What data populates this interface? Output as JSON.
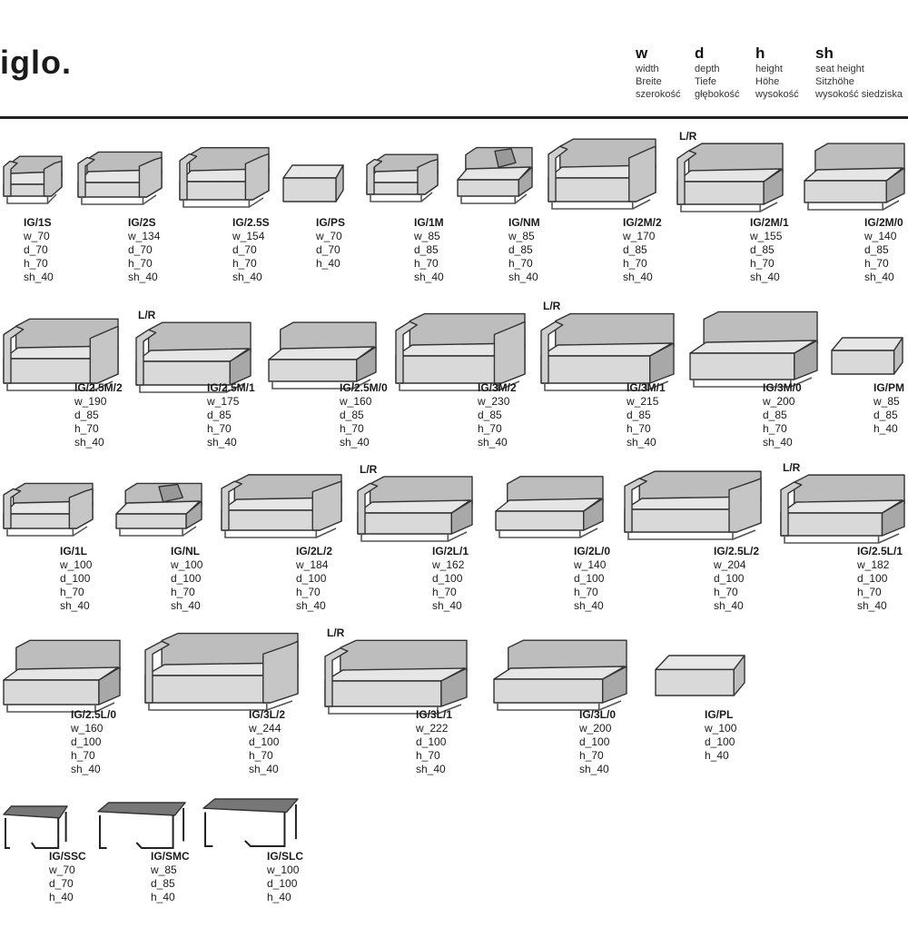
{
  "brand": "iglo.",
  "legend": [
    {
      "key": "w",
      "l1": "width",
      "l2": "Breite",
      "l3": "szerokość"
    },
    {
      "key": "d",
      "l1": "depth",
      "l2": "Tiefe",
      "l3": "głębokość"
    },
    {
      "key": "h",
      "l1": "height",
      "l2": "Höhe",
      "l3": "wysokość"
    },
    {
      "key": "sh",
      "l1": "seat height",
      "l2": "Sitzhöhe",
      "l3": "wysokość siedziska"
    }
  ],
  "lr_label": "L/R",
  "items": [
    {
      "name": "IG/1S",
      "dims": [
        "w_70",
        "d_70",
        "h_70",
        "sh_40"
      ],
      "kind": "arm2"
    },
    {
      "name": "IG/2S",
      "dims": [
        "w_134",
        "d_70",
        "h_70",
        "sh_40"
      ],
      "kind": "arm2"
    },
    {
      "name": "IG/2.5S",
      "dims": [
        "w_154",
        "d_70",
        "h_70",
        "sh_40"
      ],
      "kind": "arm2"
    },
    {
      "name": "IG/PS",
      "dims": [
        "w_70",
        "d_70",
        "h_40"
      ],
      "kind": "pouf"
    },
    {
      "name": "IG/1M",
      "dims": [
        "w_85",
        "d_85",
        "h_70",
        "sh_40"
      ],
      "kind": "arm2"
    },
    {
      "name": "IG/NM",
      "dims": [
        "w_85",
        "d_85",
        "h_70",
        "sh_40"
      ],
      "kind": "corner"
    },
    {
      "name": "IG/2M/2",
      "dims": [
        "w_170",
        "d_85",
        "h_70",
        "sh_40"
      ],
      "kind": "arm2"
    },
    {
      "name": "IG/2M/1",
      "dims": [
        "w_155",
        "d_85",
        "h_70",
        "sh_40"
      ],
      "kind": "arm1"
    },
    {
      "name": "IG/2M/0",
      "dims": [
        "w_140",
        "d_85",
        "h_70",
        "sh_40"
      ],
      "kind": "arm0"
    },
    {
      "name": "IG/2.5M/2",
      "dims": [
        "w_190",
        "d_85",
        "h_70",
        "sh_40"
      ],
      "kind": "arm2"
    },
    {
      "name": "IG/2.5M/1",
      "dims": [
        "w_175",
        "d_85",
        "h_70",
        "sh_40"
      ],
      "kind": "arm1"
    },
    {
      "name": "IG/2.5M/0",
      "dims": [
        "w_160",
        "d_85",
        "h_70",
        "sh_40"
      ],
      "kind": "arm0"
    },
    {
      "name": "IG/3M/2",
      "dims": [
        "w_230",
        "d_85",
        "h_70",
        "sh_40"
      ],
      "kind": "arm2"
    },
    {
      "name": "IG/3M/1",
      "dims": [
        "w_215",
        "d_85",
        "h_70",
        "sh_40"
      ],
      "kind": "arm1"
    },
    {
      "name": "IG/3M/0",
      "dims": [
        "w_200",
        "d_85",
        "h_70",
        "sh_40"
      ],
      "kind": "arm0"
    },
    {
      "name": "IG/PM",
      "dims": [
        "w_85",
        "d_85",
        "h_40"
      ],
      "kind": "pouf"
    },
    {
      "name": "IG/1L",
      "dims": [
        "w_100",
        "d_100",
        "h_70",
        "sh_40"
      ],
      "kind": "arm2"
    },
    {
      "name": "IG/NL",
      "dims": [
        "w_100",
        "d_100",
        "h_70",
        "sh_40"
      ],
      "kind": "corner"
    },
    {
      "name": "IG/2L/2",
      "dims": [
        "w_184",
        "d_100",
        "h_70",
        "sh_40"
      ],
      "kind": "arm2"
    },
    {
      "name": "IG/2L/1",
      "dims": [
        "w_162",
        "d_100",
        "h_70",
        "sh_40"
      ],
      "kind": "arm1"
    },
    {
      "name": "IG/2L/0",
      "dims": [
        "w_140",
        "d_100",
        "h_70",
        "sh_40"
      ],
      "kind": "arm0"
    },
    {
      "name": "IG/2.5L/2",
      "dims": [
        "w_204",
        "d_100",
        "h_70",
        "sh_40"
      ],
      "kind": "arm2"
    },
    {
      "name": "IG/2.5L/1",
      "dims": [
        "w_182",
        "d_100",
        "h_70",
        "sh_40"
      ],
      "kind": "arm1"
    },
    {
      "name": "IG/2.5L/0",
      "dims": [
        "w_160",
        "d_100",
        "h_70",
        "sh_40"
      ],
      "kind": "arm0"
    },
    {
      "name": "IG/3L/2",
      "dims": [
        "w_244",
        "d_100",
        "h_70",
        "sh_40"
      ],
      "kind": "arm2"
    },
    {
      "name": "IG/3L/1",
      "dims": [
        "w_222",
        "d_100",
        "h_70",
        "sh_40"
      ],
      "kind": "arm1"
    },
    {
      "name": "IG/3L/0",
      "dims": [
        "w_200",
        "d_100",
        "h_70",
        "sh_40"
      ],
      "kind": "arm0"
    },
    {
      "name": "IG/PL",
      "dims": [
        "w_100",
        "d_100",
        "h_40"
      ],
      "kind": "pouf"
    },
    {
      "name": "IG/SSC",
      "dims": [
        "w_70",
        "d_70",
        "h_40"
      ],
      "kind": "table"
    },
    {
      "name": "IG/SMC",
      "dims": [
        "w_85",
        "d_85",
        "h_40"
      ],
      "kind": "table"
    },
    {
      "name": "IG/SLC",
      "dims": [
        "w_100",
        "d_100",
        "h_40"
      ],
      "kind": "table"
    }
  ]
}
